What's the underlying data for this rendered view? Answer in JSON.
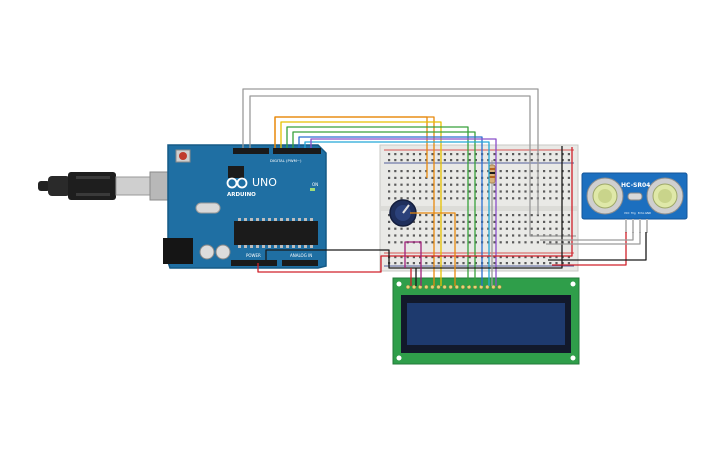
{
  "arduino": {
    "brand": "ARDUINO",
    "model": "UNO",
    "header_top_label": "DIGITAL (PWM~)",
    "power_label": "POWER",
    "analog_label": "ANALOG IN",
    "on_label": "ON",
    "board_color": "#1f6fa3",
    "header_color": "#1a1a1a"
  },
  "sensor": {
    "model": "HC-SR04",
    "pin_labels": [
      "VCC",
      "Trig",
      "Echo",
      "GND"
    ],
    "board_color": "#1c6fbf"
  },
  "lcd": {
    "pcb_color": "#2f9e4a",
    "screen_color": "#1e3a6e",
    "pin_count": 16
  },
  "breadboard": {
    "body_color": "#e9e9e6",
    "rail_plus_color": "#d02020",
    "rail_minus_color": "#203080"
  },
  "wires": {
    "red": "#d0202a",
    "black": "#1a1a1a",
    "gray": "#9a9a9a",
    "orange": "#e8890c",
    "yellow": "#e6c100",
    "green": "#37a13a",
    "blue": "#2a6fd0",
    "cyan": "#23a8d8",
    "purple": "#8a4fc9",
    "magenta": "#a0207a"
  }
}
